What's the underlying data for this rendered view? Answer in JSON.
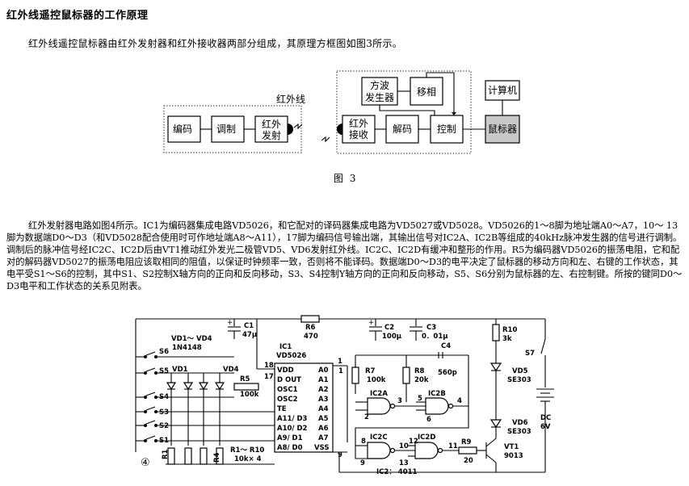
{
  "title": "红外线遥控鼠标器的工作原理",
  "intro": "红外线遥控鼠标器由红外发射器和红外接收器两部分组成，其原理方框图如图3所示。",
  "fig3": {
    "label_infrared": "红外线",
    "tx_blocks": [
      "编码",
      "调制",
      "红外",
      "发射"
    ],
    "rx_blocks": [
      "方波",
      "发生器",
      "移相",
      "红外",
      "接收",
      "解码",
      "控制",
      "鼠标器",
      "计算机"
    ],
    "caption": "图 3"
  },
  "paragraph": "红外发射器电路如图4所示。IC1为编码器集成电路VD5026，和它配对的译码器集成电路为VD5027或VD5028。VD5026的1～8脚为地址端A0～A7，10～ 13脚为数据端D0～D3（和VD5028配合使用时可作地址端A8～A11），17脚为编码信号输出端，其输出信号对IC2A、IC2B等组成的40kHz脉冲发生器的信号进行调制。调制后的脉冲信号经IC2C、IC2D后由VT1推动红外发光二极管VD5、VD6发射红外线。IC2C、IC2D有缓冲和整形的作用。R5为编码器VD5026的振荡电阻，它和配对的解码器VD5027的振荡电阻应该取相同的阻值，以保证时钟频率一致，否则将不能译码。数据端D0～D3的电平决定了鼠标器的移动方向和左、右键的工作状态，其电平受S1～S6的控制，其中S1、S2控制X轴方向的正向和反向移动，S3、S4控制Y轴方向的正向和反向移动，S5、S6分别为鼠标器的左、右控制键。所按的键同D0～D3电平和工作状态的关系见附表。",
  "fig4": {
    "figure_number": "④",
    "switches": [
      "S6",
      "S5",
      "S4",
      "S3",
      "S2",
      "S1",
      "S7"
    ],
    "diodes": [
      "VD1～ VD4",
      "1N4148",
      "VD1",
      "VD4"
    ],
    "resistors": [
      "R1",
      "R4",
      "R1～ R10",
      "10k× 4",
      "R5",
      "100k",
      "R6",
      "470",
      "R7",
      "100k",
      "R8",
      "20k",
      "R9",
      "20",
      "R10",
      "3k"
    ],
    "capacitors": [
      "C1",
      "47μ",
      "C2",
      "100μ",
      "C3",
      "0．01μ",
      "C4",
      "560p"
    ],
    "plus": "+",
    "ic1": {
      "name": "IC1",
      "part": "VD5026",
      "left_pins": [
        "VDD",
        "D OUT",
        "OSC1",
        "OSC2",
        "TE",
        "A11/ D3",
        "A10/ D2",
        "A9/ D1",
        "A8/ D0"
      ],
      "right_pins": [
        "A0",
        "A1",
        "A2",
        "A3",
        "A4",
        "A5",
        "A6",
        "A7",
        "VSS"
      ],
      "pin_numbers": [
        "18",
        "17",
        "1",
        "9"
      ]
    },
    "gates": [
      "IC2A",
      "IC2B",
      "IC2C",
      "IC2D"
    ],
    "gate_pins": [
      "1",
      "2",
      "3",
      "5",
      "6",
      "4",
      "8",
      "9",
      "10",
      "12",
      "13",
      "11"
    ],
    "ic2": "IC2： 4011",
    "leds": [
      "VD5",
      "SE303",
      "VD6",
      "SE303"
    ],
    "transistor": [
      "VT1",
      "9013"
    ],
    "battery": [
      "DC",
      "6V"
    ]
  }
}
